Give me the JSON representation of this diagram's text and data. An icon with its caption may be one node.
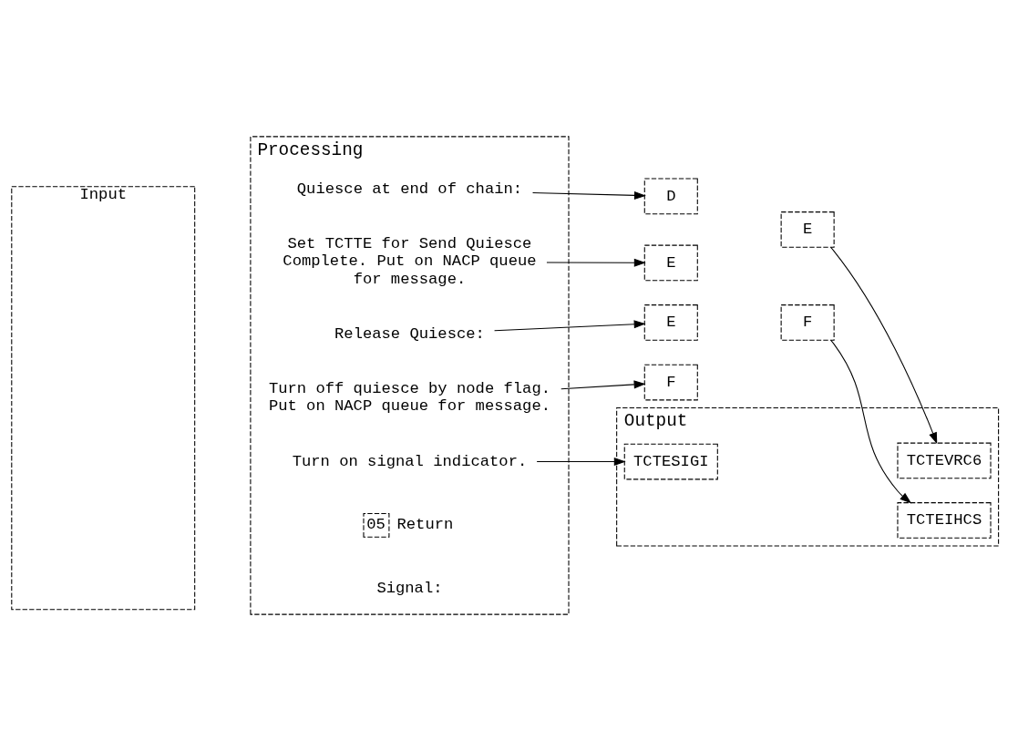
{
  "diagram": {
    "nodes": [
      {
        "text": [
          "Input"
        ]
      },
      {
        "text": [
          "Processing"
        ]
      },
      {
        "text": [
          "Output"
        ]
      },
      {
        "text": [
          "Quiesce at end of chain:"
        ],
        "in": 1
      },
      {
        "text": [
          "D"
        ]
      },
      {
        "text": [
          "E"
        ]
      },
      {
        "text": [
          "TCTEVRC6"
        ],
        "in": 2
      },
      {
        "text": [
          "Set TCTTE for Send Quiesce Complete. Put on NACP queue for message."
        ],
        "in": 1
      },
      {
        "text": [
          "E"
        ]
      },
      {
        "text": [
          "F"
        ]
      },
      {
        "text": [
          "TCTEIHCS"
        ],
        "in": 2
      },
      {
        "text": [
          "Release Quiesce:"
        ],
        "in": 1
      },
      {
        "text": [
          "E"
        ]
      },
      {
        "text": [
          "TCTESIGI"
        ],
        "in": 2
      },
      {
        "text": [
          "Turn off quiesce by node flag. Put on NACP queue for message."
        ],
        "in": 1
      },
      {
        "text": [
          "F"
        ]
      },
      {
        "text": [
          "Turn on signal indicator."
        ],
        "in": 1
      },
      {
        "text": [
          "05"
        ],
        "beside": [
          "Return"
        ],
        "in": 1
      }
    ],
    "edges": [
      {
        "from": 3,
        "to": 4,
        "arrow": "to"
      },
      {
        "from": 5,
        "to": 6,
        "arrow": "to"
      },
      {
        "from": 7,
        "to": 8,
        "arrow": "to"
      },
      {
        "from": 9,
        "to": 10,
        "arrow": "to"
      },
      {
        "from": 11,
        "to": 12,
        "arrow": "to"
      },
      {
        "from": 14,
        "to": 15,
        "arrow": "to"
      },
      {
        "from": 16,
        "to": 13,
        "arrow": "to"
      }
    ],
    "labels": [
      "Signal:"
    ]
  }
}
